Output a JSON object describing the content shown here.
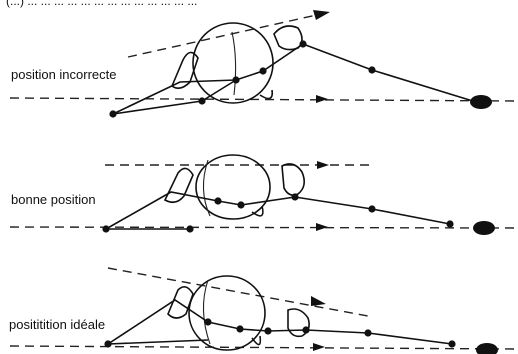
{
  "figure": {
    "top_caption": "(...) ... ... ... ... ... ... ... ... ... ... ... ... ...",
    "panels": [
      {
        "label": "position incorrecte"
      },
      {
        "label": "bonne position"
      },
      {
        "label": "posititition idéale"
      }
    ]
  }
}
